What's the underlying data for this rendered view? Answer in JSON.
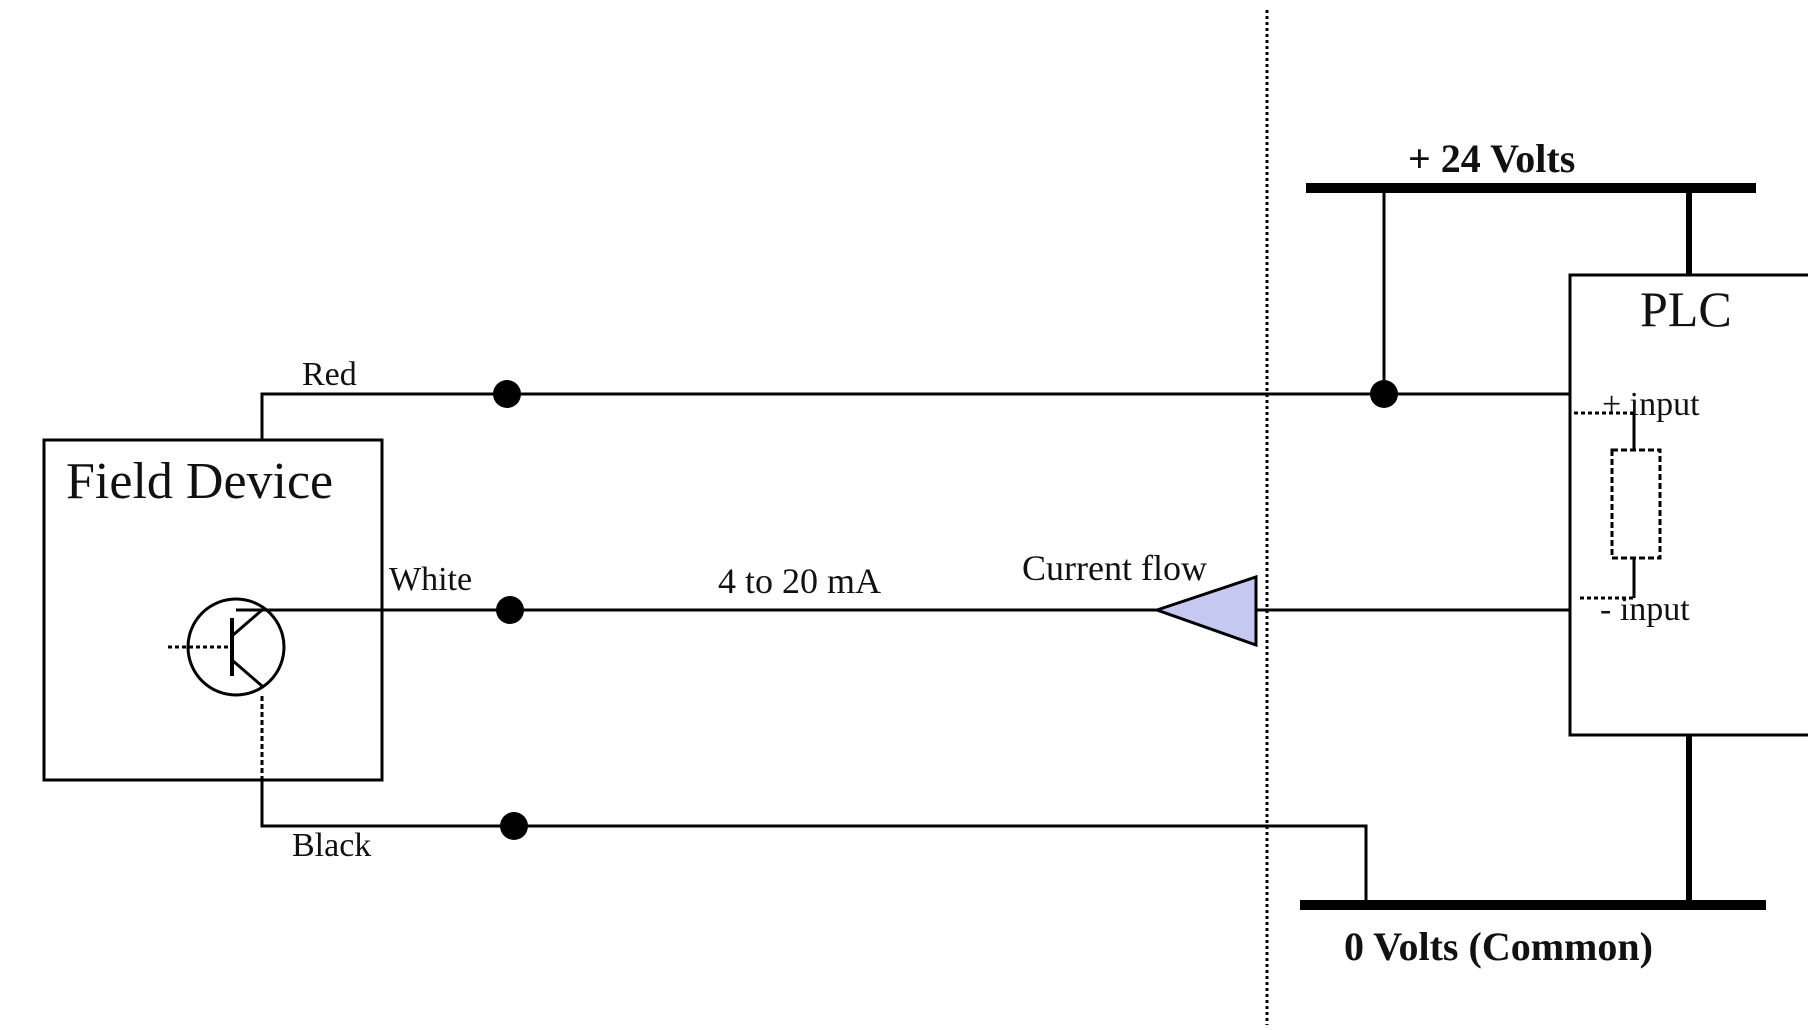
{
  "field_device": {
    "title": "Field Device",
    "wires": {
      "red": "Red",
      "white": "White",
      "black": "Black"
    },
    "transistor_icon": "npn-transistor-icon"
  },
  "signal": {
    "range_label": "4 to 20 mA",
    "current_flow_label": "Current flow",
    "arrow_color": "#c5c8f0"
  },
  "plc": {
    "title": "PLC",
    "plus_input": "+ input",
    "minus_input": "- input",
    "resistor_icon": "resistor-icon"
  },
  "power": {
    "supply_label": "+ 24 Volts",
    "common_label": "0 Volts (Common)"
  }
}
